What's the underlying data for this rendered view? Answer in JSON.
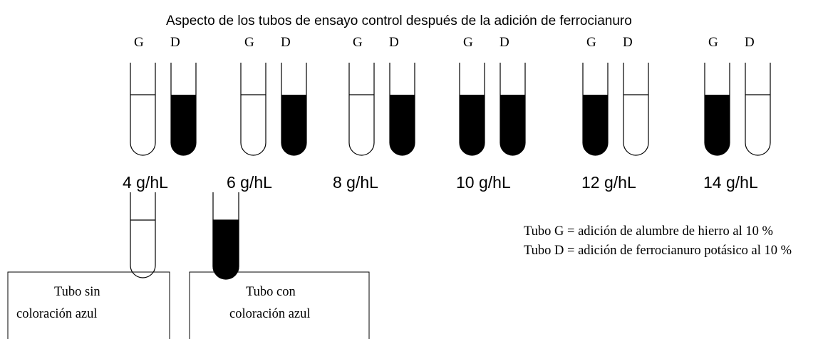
{
  "title": "Aspecto de los tubos de ensayo control después de la adición de ferrocianuro",
  "tube_labels": {
    "g": "G",
    "d": "D"
  },
  "doses": [
    {
      "label": "4 g/hL",
      "g_filled": false,
      "d_filled": true
    },
    {
      "label": "6 g/hL",
      "g_filled": false,
      "d_filled": true
    },
    {
      "label": "8 g/hL",
      "g_filled": false,
      "d_filled": true
    },
    {
      "label": "10 g/hL",
      "g_filled": true,
      "d_filled": true
    },
    {
      "label": "12 g/hL",
      "g_filled": true,
      "d_filled": false
    },
    {
      "label": "14 g/hL",
      "g_filled": true,
      "d_filled": false
    }
  ],
  "legend": {
    "line_g": "Tubo G = adición de alumbre de hierro al 10 %",
    "line_d": "Tubo D = adición de ferrocianuro potásico al 10 %"
  },
  "examples": {
    "without": {
      "line1": "Tubo sin",
      "line2": "coloración azul",
      "filled": false
    },
    "with": {
      "line1": "Tubo con",
      "line2": "coloración azul",
      "filled": true
    }
  },
  "colors": {
    "stroke": "#000000",
    "fill": "#000000",
    "background": "#ffffff"
  }
}
